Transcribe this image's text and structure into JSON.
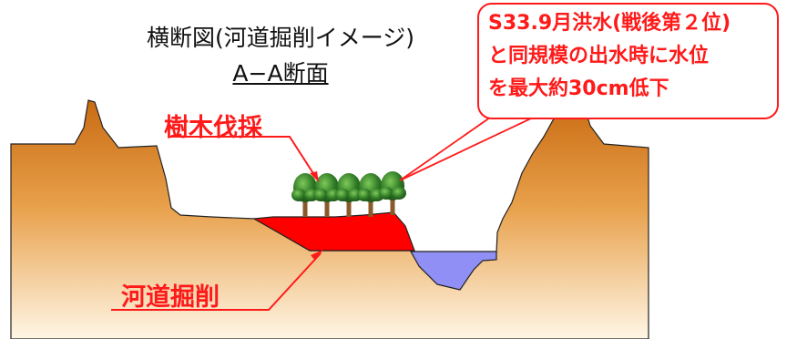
{
  "title": "横断図(河道掘削イメージ)",
  "subtitle": "A−A断面",
  "callout": {
    "line1": "S33.9月洪水(戦後第２位)",
    "line2": "と同規模の出水時に水位",
    "line3": "を最大約30cm低下"
  },
  "labels": {
    "tree_felling": "樹木伐採",
    "channel_excavation": "河道掘削"
  },
  "colors": {
    "ground_top": "#c86a12",
    "ground_bottom": "#fff6e6",
    "excavation": "#ff0000",
    "water": "#8f8ff5",
    "annotation": "#ff1a1a",
    "tree_foliage": "#2f7a25"
  },
  "icons": [
    "tree-icon",
    "arrow-icon"
  ]
}
